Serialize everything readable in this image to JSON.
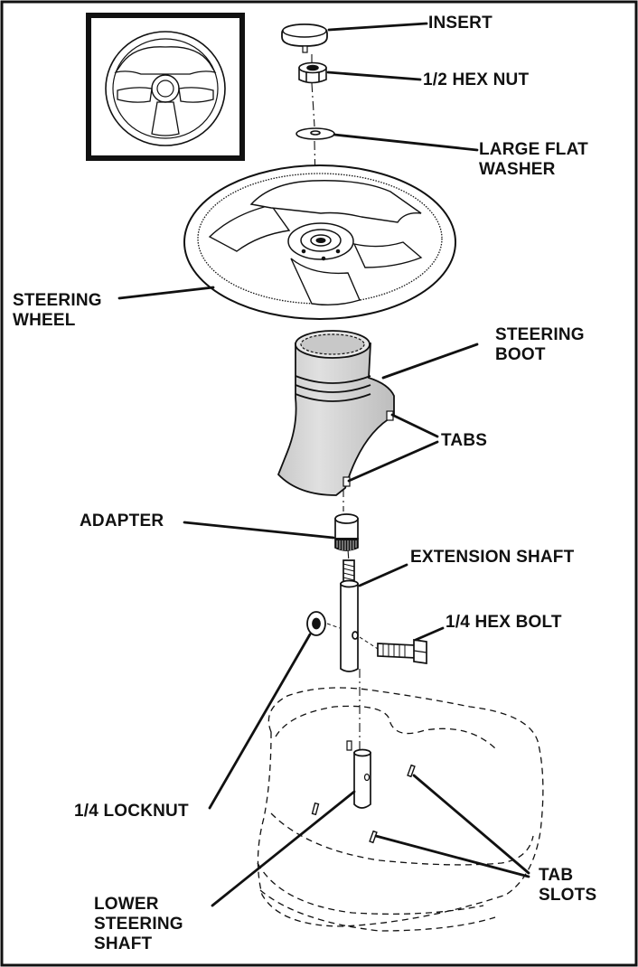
{
  "labels": {
    "insert": "INSERT",
    "hex_nut": "1/2 HEX NUT",
    "large_flat_washer": [
      "LARGE FLAT",
      "WASHER"
    ],
    "steering_wheel": [
      "STEERING",
      "WHEEL"
    ],
    "steering_boot": [
      "STEERING",
      "BOOT"
    ],
    "tabs": "TABS",
    "adapter": "ADAPTER",
    "extension_shaft": "EXTENSION SHAFT",
    "hex_bolt": "1/4 HEX BOLT",
    "locknut": "1/4 LOCKNUT",
    "tab_slots": [
      "TAB",
      "SLOTS"
    ],
    "lower_steering_shaft": [
      "LOWER",
      "STEERING",
      "SHAFT"
    ]
  },
  "colors": {
    "line": "#111111",
    "boot_fill": "#d4d4d4",
    "boot_shade": "#b8b8b8"
  }
}
